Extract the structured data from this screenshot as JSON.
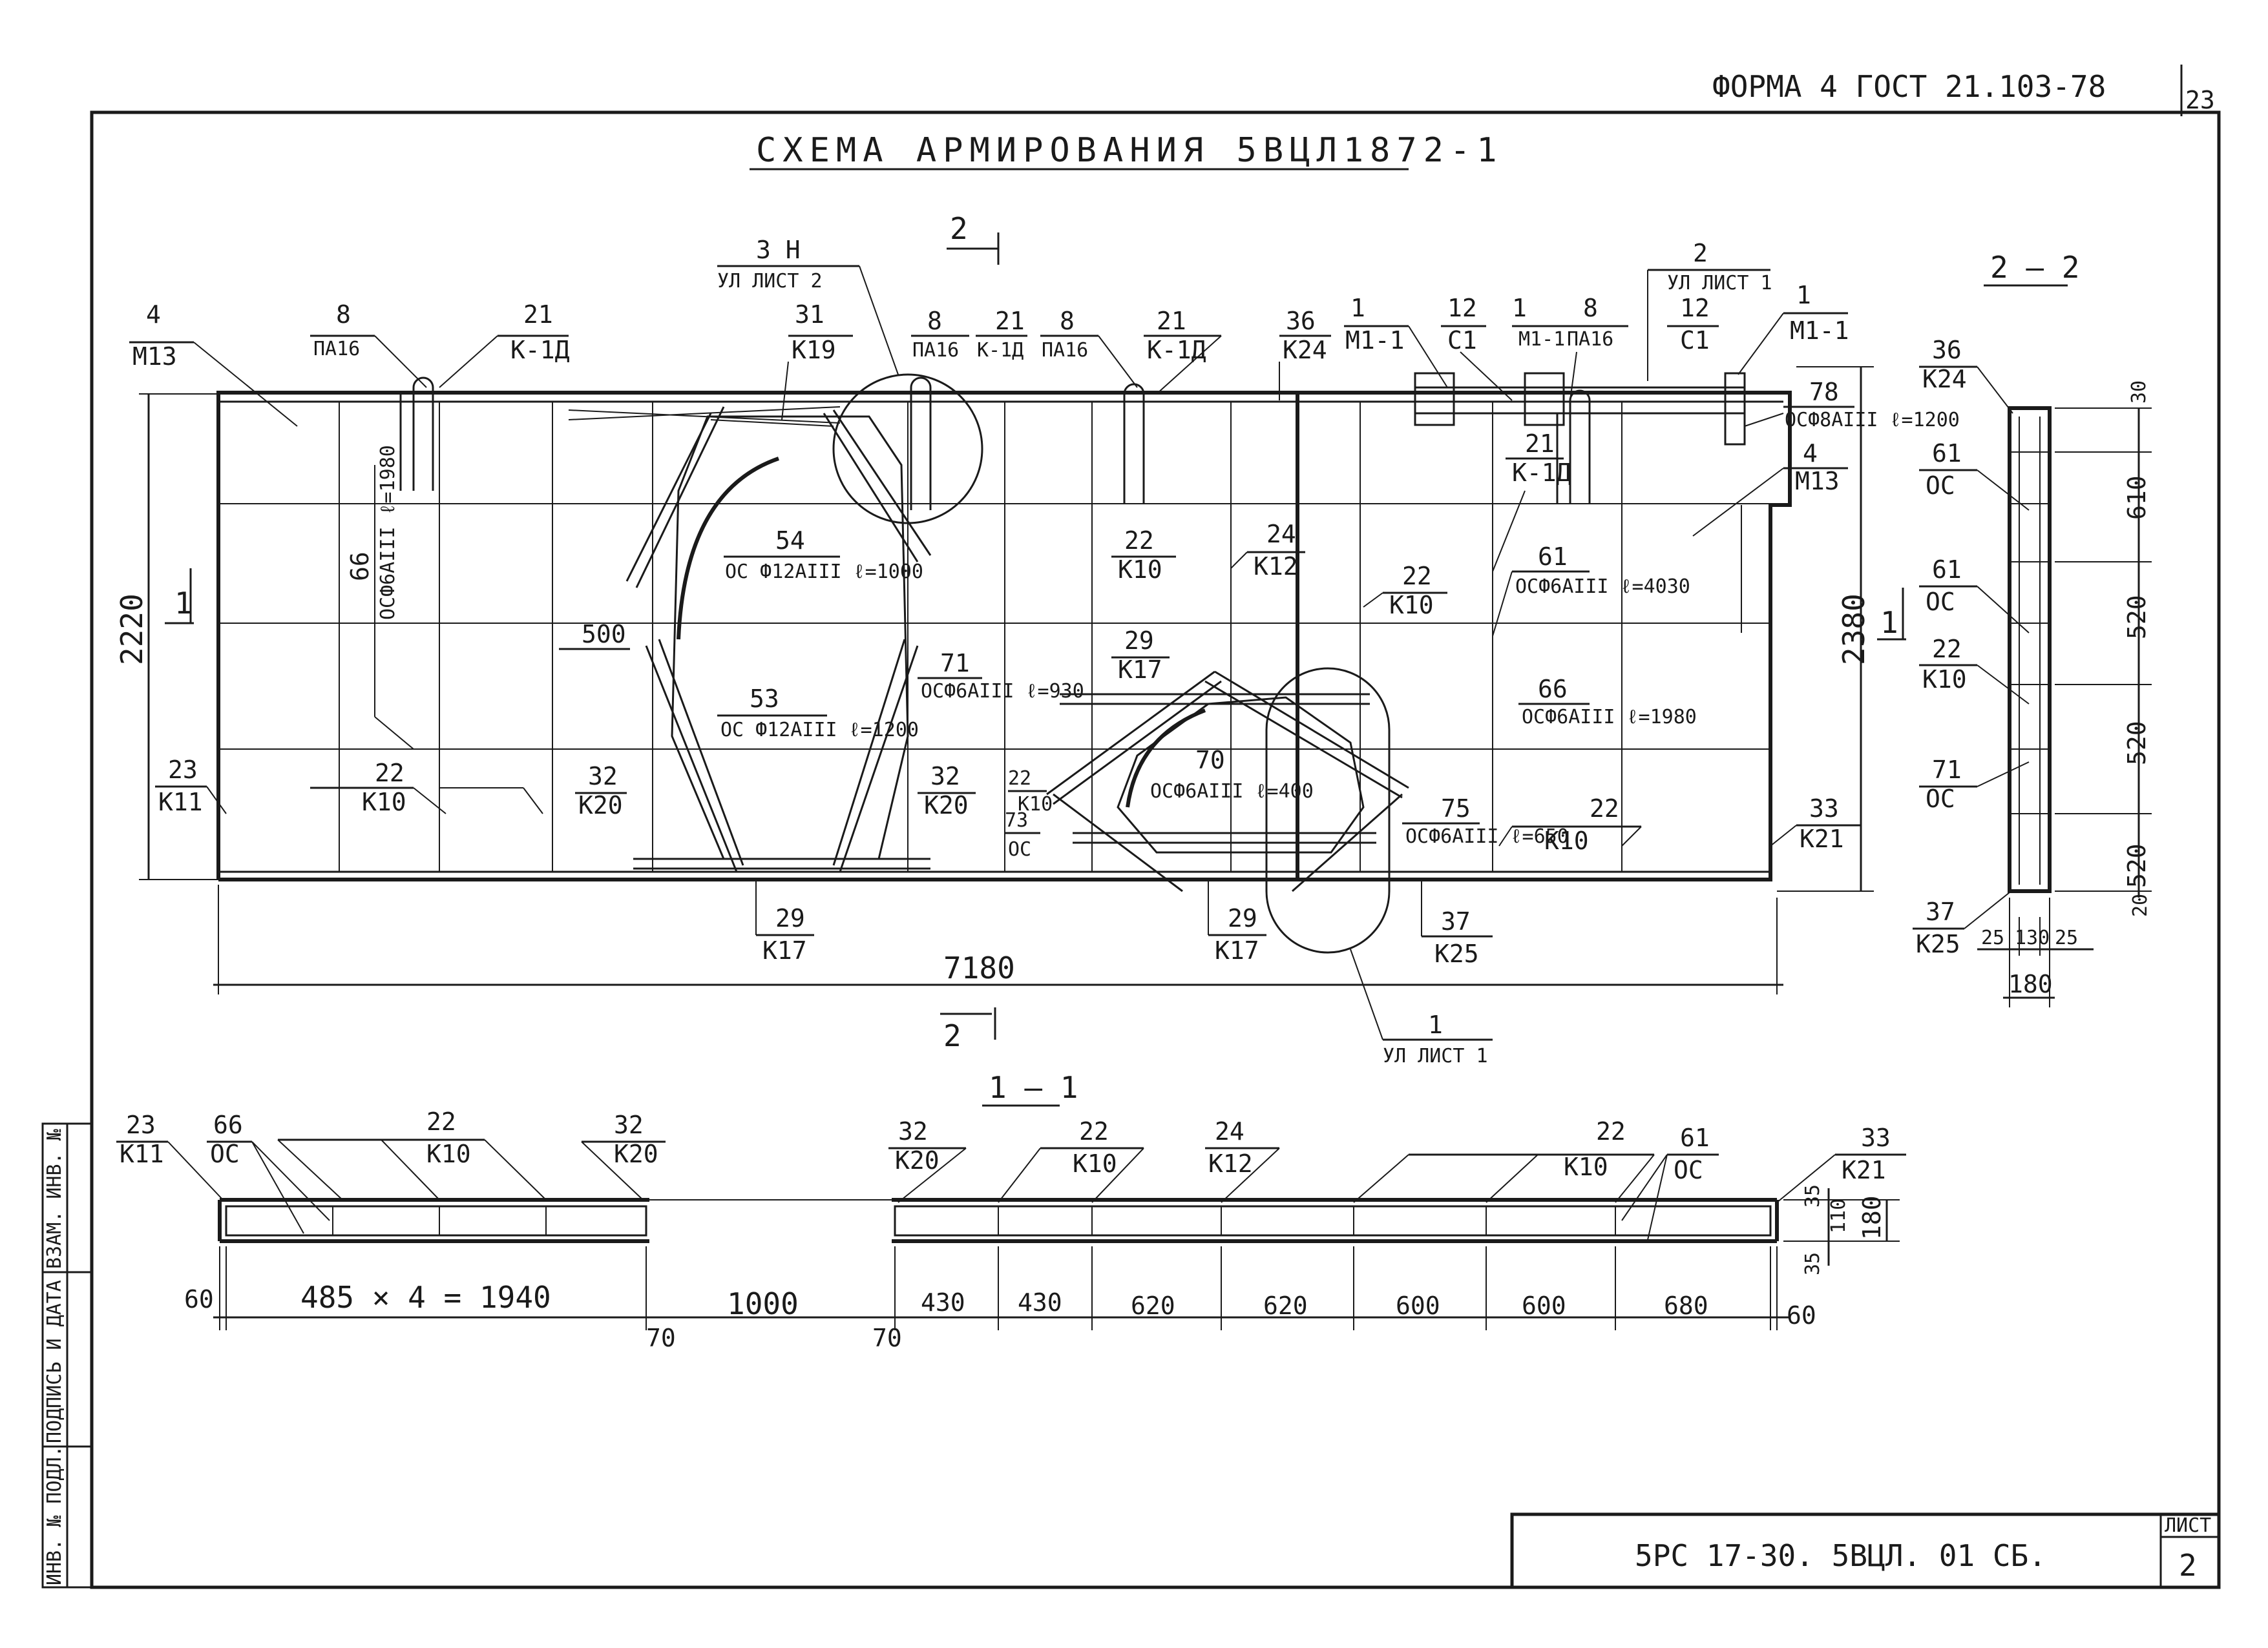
{
  "header": {
    "form_text": "ФОРМА 4 ГОСТ 21.103-78",
    "sheet_corner": "23"
  },
  "title": "СХЕМА АРМИРОВАНИЯ 5ВЦЛ1872-1",
  "elevation": {
    "callouts": [
      {
        "top": "4",
        "bottom": "М13"
      },
      {
        "top": "8",
        "bottom": "ПА16"
      },
      {
        "top": "21",
        "bottom": "К-1Д"
      },
      {
        "top": "3 Н",
        "bottom": "УЛ ЛИСТ 2"
      },
      {
        "top": "31",
        "bottom": "К19"
      },
      {
        "top": "8",
        "bottom": "ПА16"
      },
      {
        "top": "21",
        "bottom": "К-1Д"
      },
      {
        "top": "8",
        "bottom": "ПА16"
      },
      {
        "top": "21",
        "bottom": "К-1Д"
      },
      {
        "top": "36",
        "bottom": "К24"
      },
      {
        "top": "1",
        "bottom": "М1-1"
      },
      {
        "top": "12",
        "bottom": "С1"
      },
      {
        "top": "1",
        "bottom": "М1-1"
      },
      {
        "top": "8",
        "bottom": "ПА16"
      },
      {
        "top": "2",
        "bottom": "УЛ ЛИСТ 1"
      },
      {
        "top": "12",
        "bottom": "С1"
      },
      {
        "top": "1",
        "bottom": "М1-1"
      },
      {
        "top": "78",
        "bottom": "ОСФ8АIII ℓ=1200"
      },
      {
        "top": "4",
        "bottom": "М13"
      },
      {
        "top": "21",
        "bottom": "К-1Д"
      },
      {
        "top": "66",
        "bottom": "ОСФ6АIII ℓ=1980"
      },
      {
        "top": "54",
        "bottom": "ОС Ф12АIII ℓ=1000"
      },
      {
        "top": "22",
        "bottom": "К10"
      },
      {
        "top": "24",
        "bottom": "К12"
      },
      {
        "top": "22",
        "bottom": "К10"
      },
      {
        "top": "61",
        "bottom": "ОСФ6АIII ℓ=4030"
      },
      {
        "top": "500",
        "bottom": ""
      },
      {
        "top": "71",
        "bottom": "ОСФ6АIII ℓ=930"
      },
      {
        "top": "29",
        "bottom": "К17"
      },
      {
        "top": "53",
        "bottom": "ОС Ф12АIII ℓ=1200"
      },
      {
        "top": "66",
        "bottom": "ОСФ6АIII ℓ=1980"
      },
      {
        "top": "70",
        "bottom": "ОСФ6АIII ℓ=400"
      },
      {
        "top": "23",
        "bottom": "К11"
      },
      {
        "top": "22",
        "bottom": "К10"
      },
      {
        "top": "32",
        "bottom": "К20"
      },
      {
        "top": "32",
        "bottom": "К20"
      },
      {
        "top": "22",
        "bottom": "К10"
      },
      {
        "top": "73",
        "bottom": "ОС"
      },
      {
        "top": "75",
        "bottom": "ОСФ6АIII ℓ=650"
      },
      {
        "top": "22",
        "bottom": "К10"
      },
      {
        "top": "33",
        "bottom": "К21"
      },
      {
        "top": "29",
        "bottom": "К17"
      },
      {
        "top": "29",
        "bottom": "К17"
      },
      {
        "top": "37",
        "bottom": "К25"
      },
      {
        "top": "1",
        "bottom": "УЛ ЛИСТ 1"
      }
    ],
    "dims": {
      "height_left": "2220",
      "height_right": "2380",
      "length": "7180"
    },
    "section_marks": {
      "mark_1": "1",
      "mark_2": "2"
    }
  },
  "section_2_2": {
    "label": "2 — 2",
    "callouts": [
      {
        "top": "36",
        "bottom": "К24"
      },
      {
        "top": "61",
        "bottom": "ОС"
      },
      {
        "top": "61",
        "bottom": "ОС"
      },
      {
        "top": "22",
        "bottom": "К10"
      },
      {
        "top": "71",
        "bottom": "ОС"
      },
      {
        "top": "37",
        "bottom": "К25"
      }
    ],
    "dims_v": [
      "30",
      "610",
      "520",
      "520",
      "520",
      "20"
    ],
    "dims_h": [
      "25",
      "130",
      "25"
    ],
    "width": "180"
  },
  "section_1_1": {
    "label": "1 — 1",
    "callouts": [
      {
        "top": "23",
        "bottom": "К11"
      },
      {
        "top": "66",
        "bottom": "ОС"
      },
      {
        "top": "22",
        "bottom": "К10"
      },
      {
        "top": "32",
        "bottom": "К20"
      },
      {
        "top": "32",
        "bottom": "К20"
      },
      {
        "top": "22",
        "bottom": "К10"
      },
      {
        "top": "24",
        "bottom": "К12"
      },
      {
        "top": "22",
        "bottom": "К10"
      },
      {
        "top": "61",
        "bottom": "ОС"
      },
      {
        "top": "33",
        "bottom": "К21"
      }
    ],
    "dims": [
      "60",
      "485 × 4 = 1940",
      "70",
      "1000",
      "70",
      "430",
      "430",
      "620",
      "620",
      "600",
      "600",
      "680",
      "60"
    ],
    "side_dims": [
      "35",
      "110",
      "35",
      "180"
    ]
  },
  "stamp_column": [
    "ИНВ. № ПОДЛ.",
    "ПОДПИСЬ И ДАТА",
    "ВЗАМ. ИНВ. №"
  ],
  "title_block": {
    "code": "5РС 17-30.   5ВЦЛ. 01 СБ.",
    "sheet_label": "ЛИСТ",
    "sheet_number": "2"
  },
  "colors": {
    "ink": "#1a1a1a",
    "paper": "#ffffff"
  }
}
